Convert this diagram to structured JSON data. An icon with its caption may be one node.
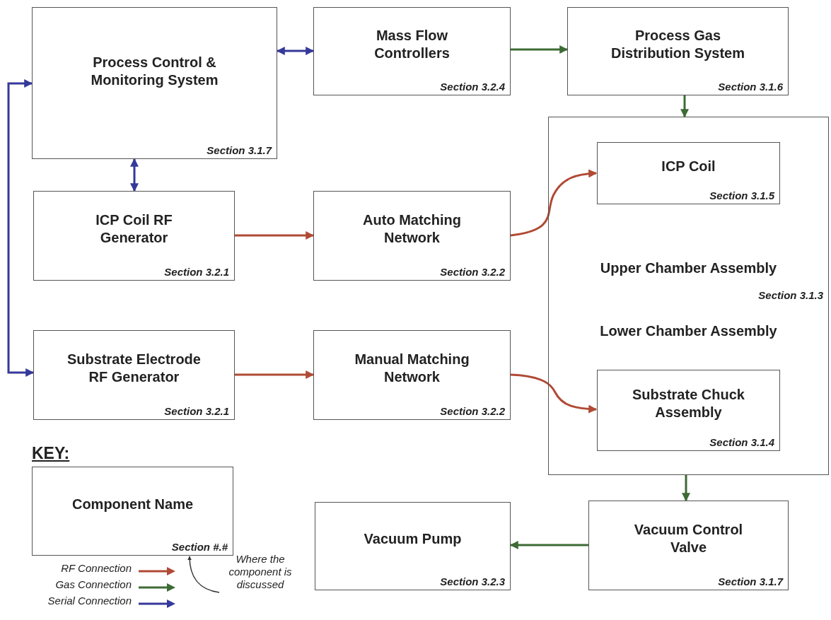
{
  "diagram": {
    "nodes": [
      {
        "text": [
          "Process Control & Monitoring System",
          "Section 3.1.7"
        ]
      },
      {
        "text": [
          "Mass Flow Controllers",
          "Section 3.2.4"
        ]
      },
      {
        "text": [
          "Process Gas Distribution System",
          "Section 3.1.6"
        ]
      },
      {
        "text": [
          "Upper Chamber Assembly",
          "Section 3.1.3",
          "Lower Chamber Assembly"
        ]
      },
      {
        "text": [
          "ICP Coil",
          "Section 3.1.5"
        ],
        "in": 3
      },
      {
        "text": [
          "Substrate Chuck Assembly",
          "Section 3.1.4"
        ],
        "in": 3
      },
      {
        "text": [
          "ICP Coil RF Generator",
          "Section 3.2.1"
        ]
      },
      {
        "text": [
          "Auto Matching Network",
          "Section 3.2.2"
        ]
      },
      {
        "text": [
          "Substrate Electrode RF Generator",
          "Section 3.2.1"
        ]
      },
      {
        "text": [
          "Manual Matching Network",
          "Section 3.2.2"
        ]
      },
      {
        "text": [
          "Component Name",
          "Section #.#"
        ]
      },
      {
        "text": [
          "Vacuum Pump",
          "Section 3.2.3"
        ]
      },
      {
        "text": [
          "Vacuum Control Valve",
          "Section 3.1.7"
        ]
      },
      {
        "text": [
          "Where the component is discussed"
        ]
      }
    ],
    "edges": [
      {
        "from": 0,
        "to": 1,
        "arrow": "both",
        "color": "#35399a"
      },
      {
        "from": 1,
        "to": 2,
        "arrow": "to",
        "color": "#3d6b35"
      },
      {
        "from": 0,
        "to": 6,
        "arrow": "both",
        "color": "#35399a"
      },
      {
        "from": 8,
        "to": 0,
        "arrow": "both",
        "color": "#35399a"
      },
      {
        "from": 2,
        "to": 3,
        "arrow": "to",
        "color": "#3d6b35"
      },
      {
        "from": 6,
        "to": 7,
        "arrow": "to",
        "color": "#b04a35"
      },
      {
        "from": 7,
        "to": 4,
        "arrow": "to",
        "color": "#b04a35"
      },
      {
        "from": 8,
        "to": 9,
        "arrow": "to",
        "color": "#b04a35"
      },
      {
        "from": 9,
        "to": 5,
        "arrow": "to",
        "color": "#b04a35"
      },
      {
        "from": 3,
        "to": 12,
        "arrow": "to",
        "color": "#3d6b35"
      },
      {
        "from": 12,
        "to": 11,
        "arrow": "to",
        "color": "#3d6b35"
      },
      {
        "from": 13,
        "to": 10,
        "arrow": "to",
        "color": "#333333"
      }
    ],
    "labels": [
      "KEY:"
    ],
    "legend": [
      {
        "text": "RF Connection",
        "color": "#b04a35"
      },
      {
        "text": "Gas Connection",
        "color": "#3d6b35"
      },
      {
        "text": "Serial Connection",
        "color": "#35399a"
      }
    ]
  }
}
